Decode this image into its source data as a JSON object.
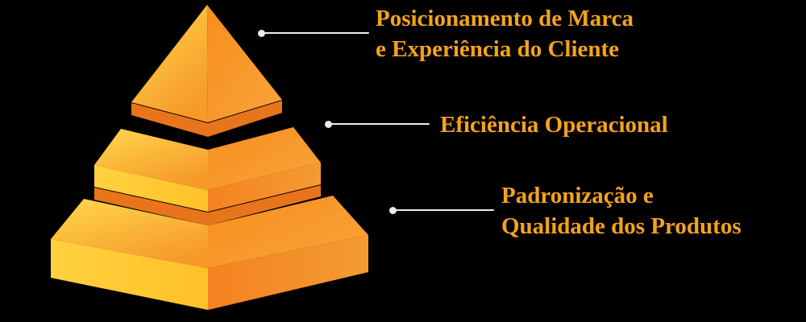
{
  "colors": {
    "background": "#000000",
    "label_text": "#F5A31C",
    "connector": "#EFECE6",
    "pyramid_yellow": "#FFD24A",
    "pyramid_orange": "#F6921E",
    "pyramid_deep_orange": "#E8741C"
  },
  "callouts": [
    {
      "lines": [
        "Posicionamento de Marca",
        "e Experiência do Cliente"
      ]
    },
    {
      "lines": [
        "Eficiência Operacional"
      ]
    },
    {
      "lines": [
        "Padronização e",
        "Qualidade dos Produtos"
      ]
    }
  ],
  "pyramid": {
    "tier_count": 3,
    "tiers": [
      "top",
      "middle",
      "bottom"
    ]
  }
}
